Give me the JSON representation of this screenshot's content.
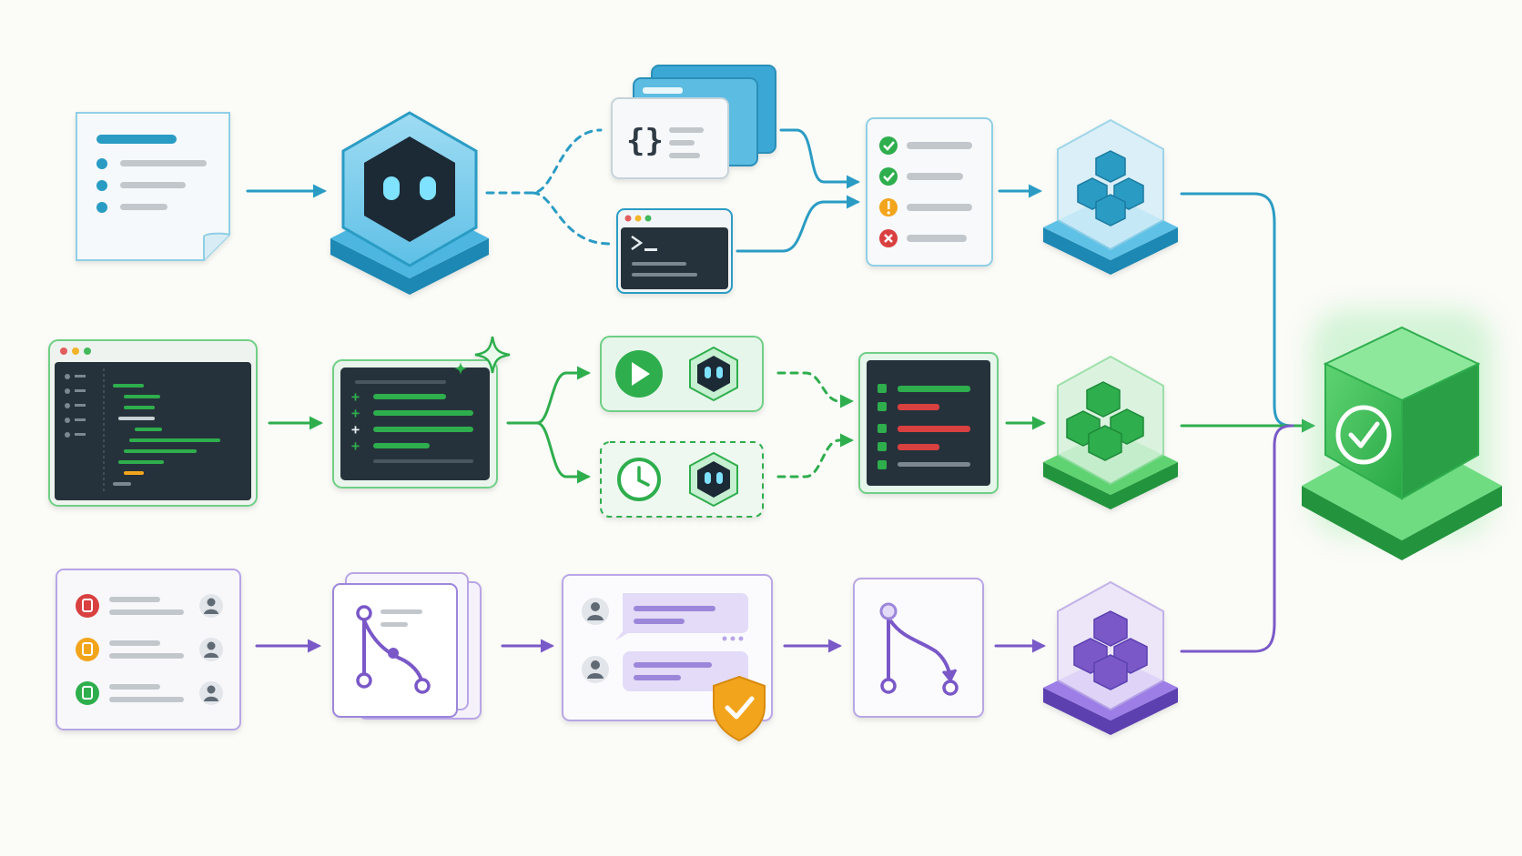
{
  "colors": {
    "background": "#fbfbf7",
    "blue": "#2a9cc4",
    "blue_light": "#bfe6f6",
    "green": "#2fae4e",
    "green_light": "#c9efd2",
    "purple": "#7a59c8",
    "purple_light": "#e3dbf7",
    "dark_screen": "#25313a",
    "amber": "#f2a51d",
    "red": "#d94141",
    "gray": "#b9bec4"
  },
  "rows": [
    {
      "id": "top",
      "color": "blue",
      "nodes": [
        "spec-document-icon",
        "ai-agent-hexagon-icon",
        "code-files-stack-icon",
        "terminal-window-icon",
        "test-results-checklist-icon",
        "artifact-cubes-icon"
      ]
    },
    {
      "id": "middle",
      "color": "green",
      "nodes": [
        "code-editor-window-icon",
        "code-diff-sparkle-icon",
        "run-agent-card-icon",
        "scheduled-agent-card-icon",
        "build-log-screen-icon",
        "artifact-cubes-icon"
      ]
    },
    {
      "id": "bottom",
      "color": "purple",
      "nodes": [
        "issue-list-icon",
        "branch-graph-stack-icon",
        "review-comments-icon",
        "merge-branch-icon",
        "artifact-cubes-icon"
      ]
    }
  ],
  "final_node": "verified-deploy-cube-icon",
  "icons": {
    "checklist_statuses": [
      "success",
      "success",
      "warning",
      "error"
    ],
    "editor_line_numbers_visible": true,
    "shield_badge": "shield-check-icon"
  }
}
